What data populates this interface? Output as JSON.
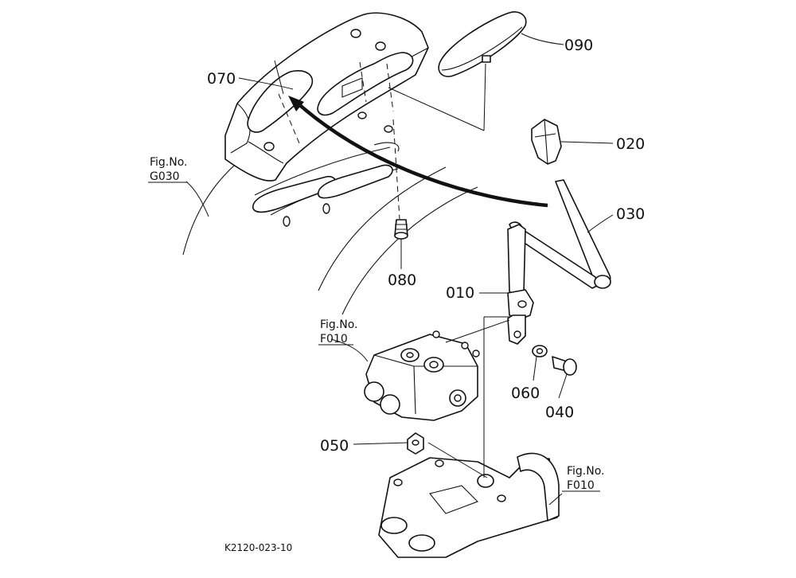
{
  "callouts": {
    "p010": "010",
    "p020": "020",
    "p030": "030",
    "p040": "040",
    "p050": "050",
    "p060": "060",
    "p070": "070",
    "p080": "080",
    "p090": "090"
  },
  "fig_refs": {
    "g030_title": "Fig.No.",
    "g030_num": "G030",
    "f010a_title": "Fig.No.",
    "f010a_num": "F010",
    "f010b_title": "Fig.No.",
    "f010b_num": "F010"
  },
  "drawing_code": "K2120-023-10"
}
